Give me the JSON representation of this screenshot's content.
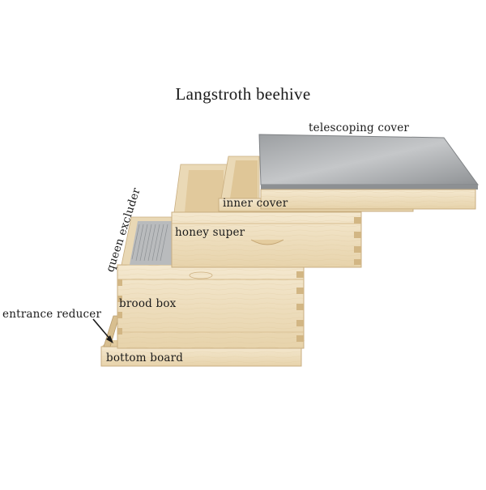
{
  "diagram": {
    "title": "Langstroth beehive",
    "labels": {
      "telescoping_cover": "telescoping cover",
      "inner_cover": "inner cover",
      "honey_super": "honey super",
      "queen_excluder": "queen excluder",
      "brood_box": "brood box",
      "entrance_reducer": "entrance reducer",
      "bottom_board": "bottom board"
    }
  },
  "colors": {
    "wood_light": "#f1e3c6",
    "wood_mid": "#e6d2a9",
    "wood_dark": "#c9ae80",
    "metal": "#a9abad",
    "text": "#1a1a1a"
  }
}
